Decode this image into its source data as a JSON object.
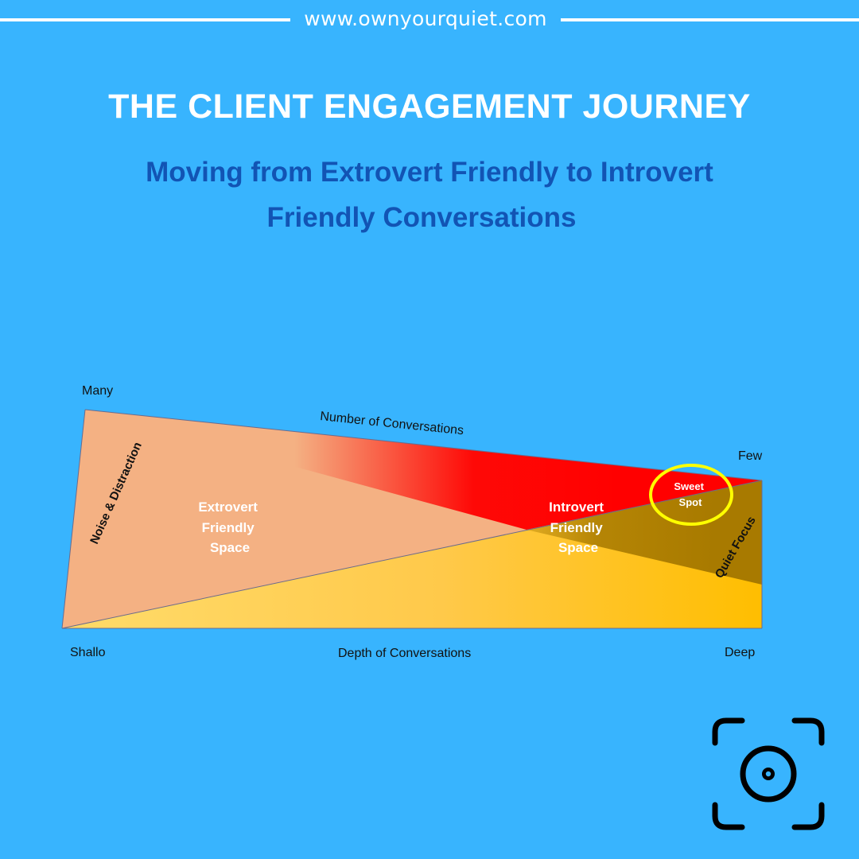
{
  "header": {
    "url": "www.ownyourquiet.com",
    "title": "THE CLIENT ENGAGEMENT JOURNEY",
    "subtitle_line1": "Moving from Extrovert Friendly to Introvert",
    "subtitle_line2": "Friendly Conversations"
  },
  "diagram": {
    "label_many": "Many",
    "label_few": "Few",
    "label_shallow": "Shallo",
    "label_deep": "Deep",
    "label_number": "Number of Conversations",
    "label_depth": "Depth of Conversations",
    "label_noise": "Noise & Distraction",
    "label_quiet": "Quiet Focus",
    "extrovert_space": [
      "Extrovert",
      "Friendly",
      "Space"
    ],
    "introvert_space": [
      "Introvert",
      "Friendly",
      "Space"
    ],
    "sweet_spot": [
      "Sweet",
      "Spot"
    ],
    "colors": {
      "extrovert_fill": "#f4b183",
      "red_wedge": "#ff0000",
      "yellow_fill": "#ffc000",
      "dark_overlap": "#a87a00",
      "sweet_spot_ring": "#ffff00"
    }
  },
  "logo": {
    "icon": "camera-focus-icon"
  }
}
